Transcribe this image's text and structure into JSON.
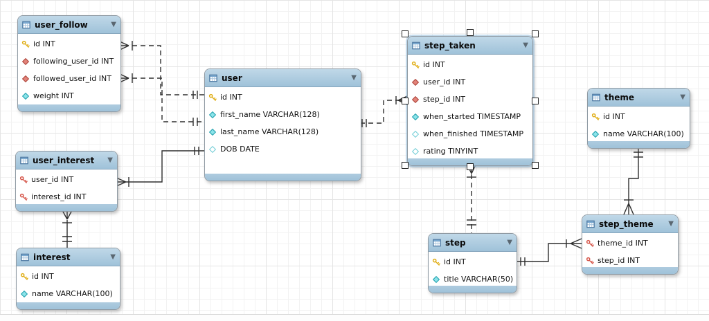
{
  "ui": {
    "collapse_arrow": "▼"
  },
  "colors": {
    "header_blue": "#a9c9de",
    "grid_minor": "#f2f2f2",
    "grid_major": "#e4e4e4",
    "pk_key_yellow": "#e0ae17",
    "pkfk_key_red": "#d6564a",
    "fk_diamond_red": "#e2837a",
    "column_diamond_cyan": "#8ce4ea",
    "line_color": "#2e2e2e"
  },
  "tables": [
    {
      "name": "user_follow",
      "columns": [
        {
          "icon": "primary-key",
          "text": "id INT"
        },
        {
          "icon": "foreign-key",
          "text": "following_user_id INT"
        },
        {
          "icon": "foreign-key",
          "text": "followed_user_id INT"
        },
        {
          "icon": "column",
          "text": "weight INT"
        }
      ]
    },
    {
      "name": "user",
      "columns": [
        {
          "icon": "primary-key",
          "text": "id INT"
        },
        {
          "icon": "column",
          "text": "first_name VARCHAR(128)"
        },
        {
          "icon": "column",
          "text": "last_name VARCHAR(128)"
        },
        {
          "icon": "nullable-column",
          "text": "DOB DATE"
        }
      ]
    },
    {
      "name": "user_interest",
      "columns": [
        {
          "icon": "primary-foreign-key",
          "text": "user_id INT"
        },
        {
          "icon": "primary-foreign-key",
          "text": "interest_id INT"
        }
      ]
    },
    {
      "name": "interest",
      "columns": [
        {
          "icon": "primary-key",
          "text": "id INT"
        },
        {
          "icon": "column",
          "text": "name VARCHAR(100)"
        }
      ]
    },
    {
      "name": "step_taken",
      "selected": true,
      "columns": [
        {
          "icon": "primary-key",
          "text": "id INT"
        },
        {
          "icon": "foreign-key",
          "text": "user_id INT"
        },
        {
          "icon": "foreign-key",
          "text": "step_id INT"
        },
        {
          "icon": "column",
          "text": "when_started TIMESTAMP"
        },
        {
          "icon": "nullable-column",
          "text": "when_finished TIMESTAMP"
        },
        {
          "icon": "nullable-column",
          "text": "rating TINYINT"
        }
      ]
    },
    {
      "name": "theme",
      "columns": [
        {
          "icon": "primary-key",
          "text": "id INT"
        },
        {
          "icon": "column",
          "text": "name VARCHAR(100)"
        }
      ]
    },
    {
      "name": "step",
      "columns": [
        {
          "icon": "primary-key",
          "text": "id INT"
        },
        {
          "icon": "column",
          "text": "title VARCHAR(50)"
        }
      ]
    },
    {
      "name": "step_theme",
      "columns": [
        {
          "icon": "primary-foreign-key",
          "text": "theme_id INT"
        },
        {
          "icon": "primary-foreign-key",
          "text": "step_id INT"
        }
      ]
    }
  ],
  "relationships": [
    {
      "from": "user_follow.following_user_id",
      "to": "user.id",
      "style": "dashed",
      "many_end": "user_follow"
    },
    {
      "from": "user_follow.followed_user_id",
      "to": "user.id",
      "style": "dashed",
      "many_end": "user_follow"
    },
    {
      "from": "user_interest.user_id",
      "to": "user.id",
      "style": "solid",
      "many_end": "user_interest"
    },
    {
      "from": "user_interest.interest_id",
      "to": "interest.id",
      "style": "solid",
      "many_end": "user_interest"
    },
    {
      "from": "step_taken.user_id",
      "to": "user.id",
      "style": "dashed",
      "many_end": "step_taken"
    },
    {
      "from": "step_taken.step_id",
      "to": "step.id",
      "style": "dashed",
      "many_end": "step_taken"
    },
    {
      "from": "step_theme.step_id",
      "to": "step.id",
      "style": "solid",
      "many_end": "step_theme"
    },
    {
      "from": "step_theme.theme_id",
      "to": "theme.id",
      "style": "solid",
      "many_end": "step_theme"
    }
  ]
}
